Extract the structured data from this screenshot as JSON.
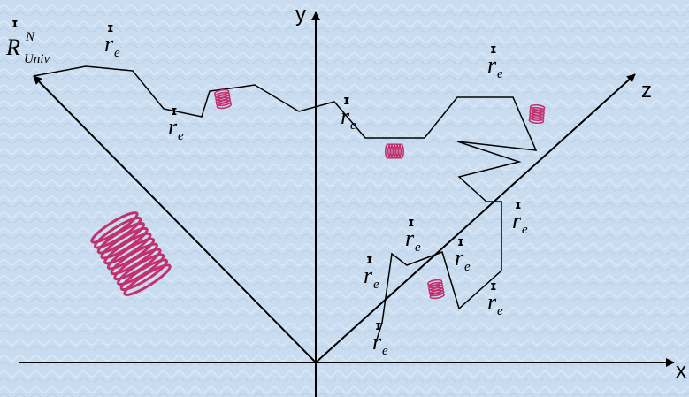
{
  "axes": {
    "x_label": "x",
    "y_label": "y",
    "z_label": "z"
  },
  "vector_labels": {
    "segment_symbol": "r",
    "segment_subscript": "e",
    "universe_symbol": "R",
    "universe_superscript": "N",
    "universe_subscript": "Univ",
    "arrow_mark": "ɪ"
  },
  "colors": {
    "background": "#c9dcf0",
    "lines": "#000000",
    "springs": "#c2306e"
  },
  "icons": {
    "spring": "coil-spring-icon"
  }
}
